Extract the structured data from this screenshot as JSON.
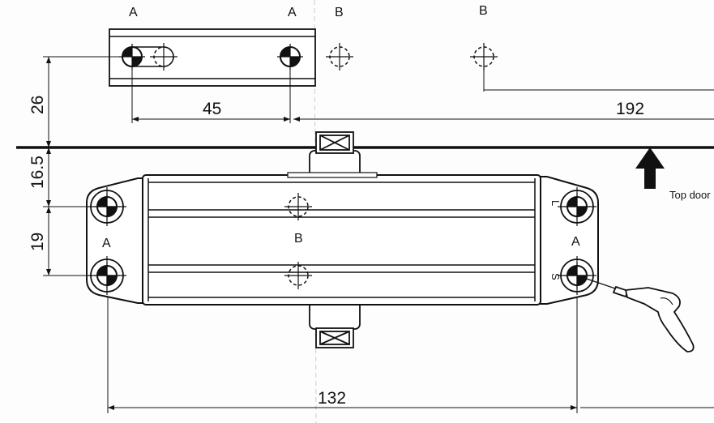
{
  "title": "Door closer mounting template",
  "hole_labels": {
    "plate_a_left": "A",
    "plate_a_right": "A",
    "plate_b_left": "B",
    "plate_b_right": "B",
    "body_a_left": "A",
    "body_b": "B",
    "body_a_right": "A",
    "mark_l": "L",
    "mark_s": "S"
  },
  "dimensions": {
    "d26": "26",
    "d45": "45",
    "d192": "192",
    "d16_5": "16.5",
    "d19": "19",
    "d132": "132"
  },
  "annotations": {
    "top_door": "Top door"
  },
  "colors": {
    "ink": "#111111",
    "paper": "#fdfdfd"
  }
}
